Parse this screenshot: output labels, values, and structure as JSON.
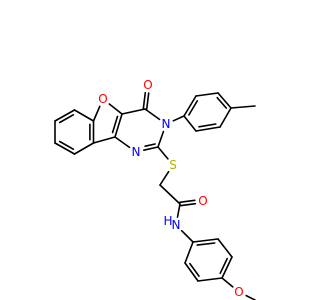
{
  "colors": {
    "bond": "#000000",
    "O": "#ff0000",
    "N": "#0000ff",
    "S": "#b2b200",
    "H": "#0000ff"
  },
  "atoms": [
    {
      "id": "O_furan",
      "label": "O",
      "element": "O"
    },
    {
      "id": "O_carbonyl_ring",
      "label": "O",
      "element": "O"
    },
    {
      "id": "N3",
      "label": "N",
      "element": "N"
    },
    {
      "id": "N1",
      "label": "N",
      "element": "N"
    },
    {
      "id": "S",
      "label": "S",
      "element": "S"
    },
    {
      "id": "O_amide",
      "label": "O",
      "element": "O"
    },
    {
      "id": "NH",
      "label": "N",
      "element": "N"
    },
    {
      "id": "H_amide",
      "label": "H",
      "element": "H"
    },
    {
      "id": "O_methoxy",
      "label": "O",
      "element": "O"
    }
  ]
}
